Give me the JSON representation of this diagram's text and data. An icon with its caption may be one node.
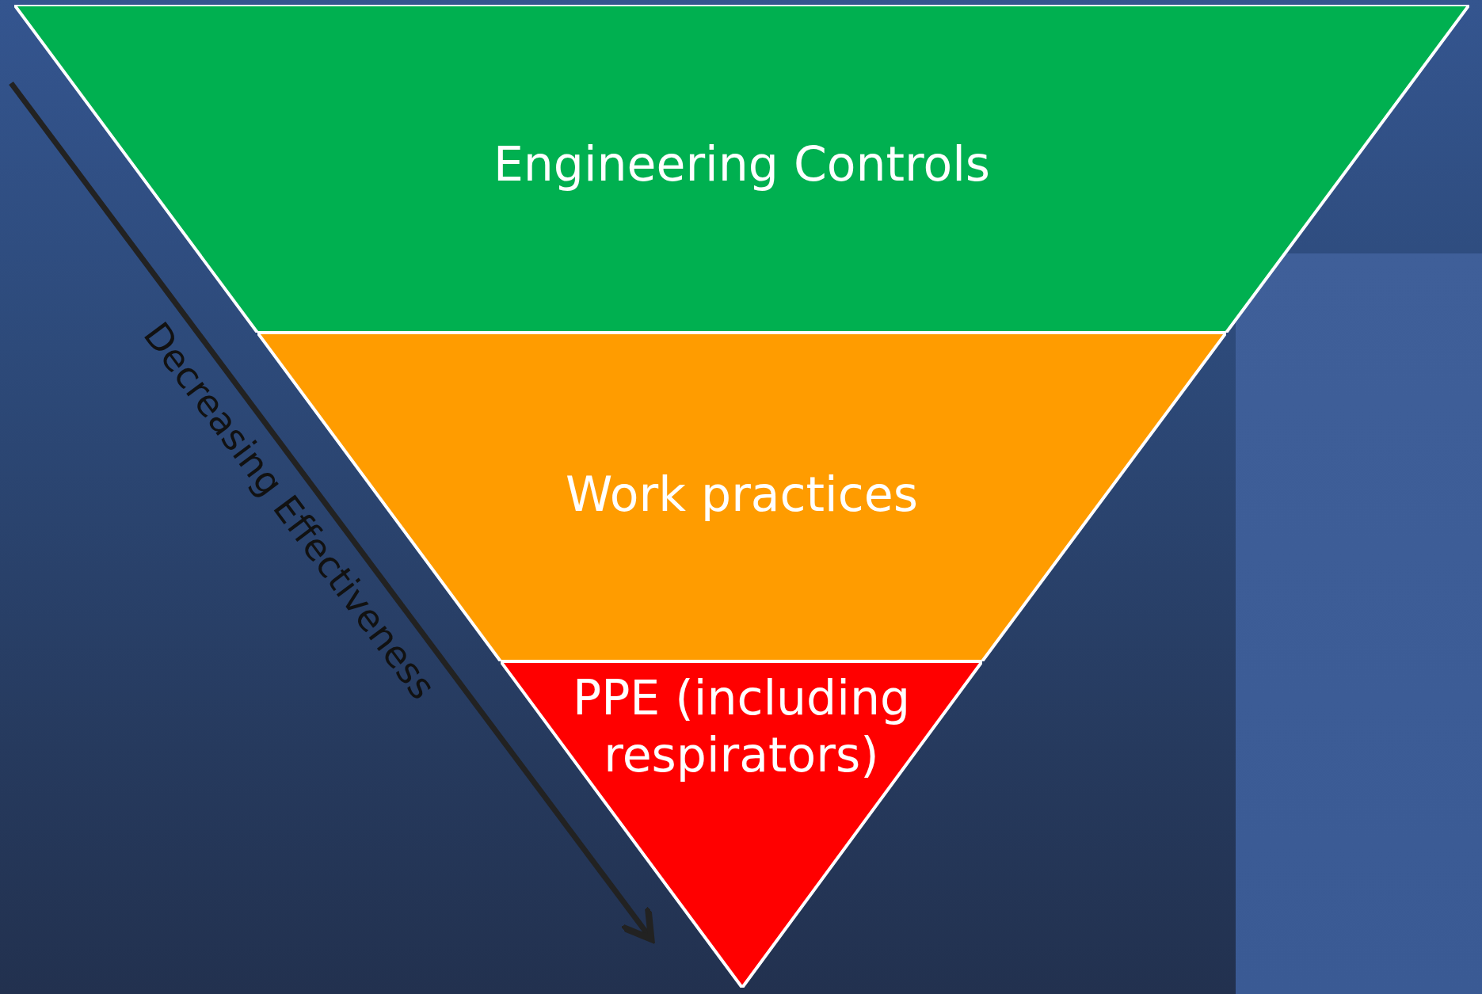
{
  "diagram": {
    "nodes": [
      {
        "text": [
          "Engineering Controls"
        ]
      },
      {
        "text": [
          "Work practices"
        ]
      },
      {
        "text": [
          "PPE (including respirators)"
        ]
      }
    ],
    "labels": [
      "Decreasing Effectiveness"
    ]
  }
}
